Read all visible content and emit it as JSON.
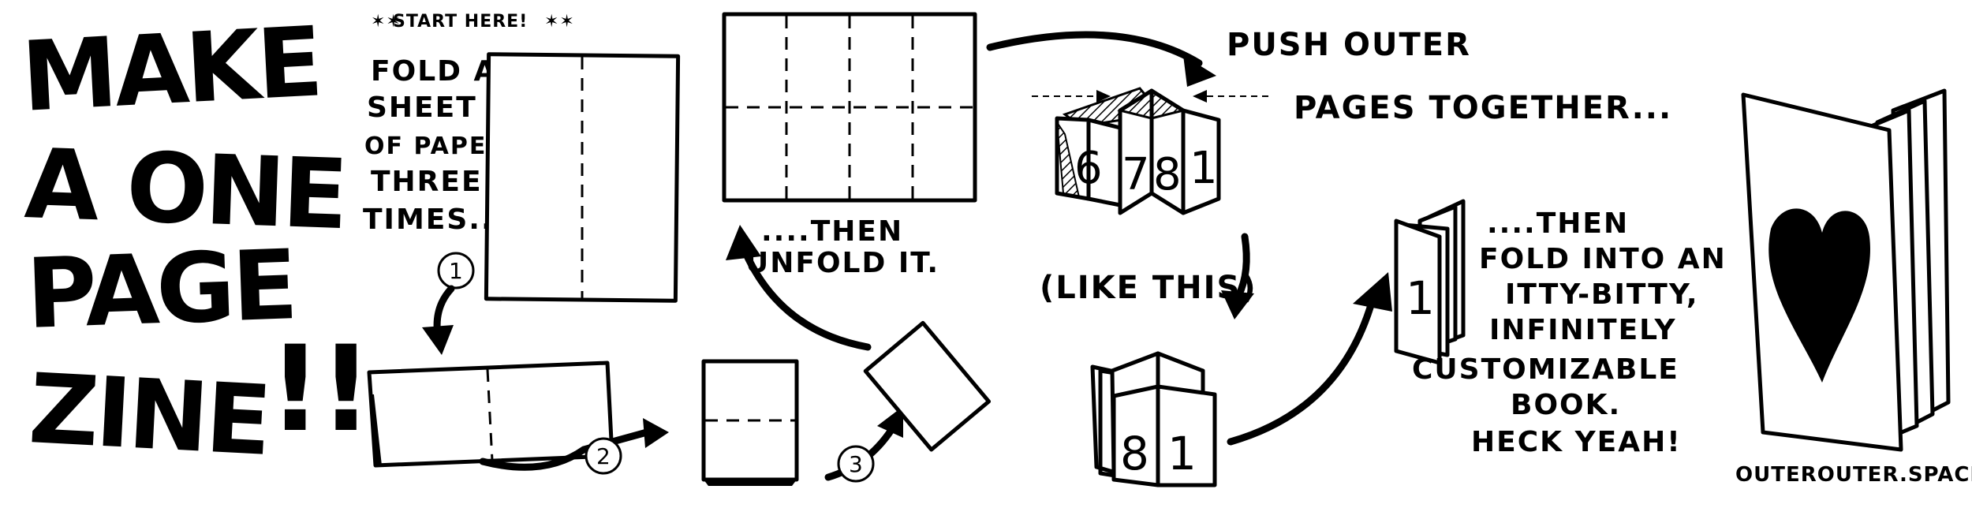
{
  "title": {
    "line1": "MAKE",
    "line2": "A ONE",
    "line3": "PAGE",
    "line4": "ZINE",
    "bang": "!!"
  },
  "start_note": "START HERE!",
  "fold_instruction": [
    "FOLD A",
    "SHEET",
    "OF PAPER",
    "THREE",
    "TIMES..."
  ],
  "steps": [
    "1",
    "2",
    "3"
  ],
  "unfold_instruction": [
    "....THEN",
    "UNFOLD IT."
  ],
  "push_instruction": [
    "PUSH OUTER",
    "PAGES TOGETHER..."
  ],
  "like_this": "(LIKE THIS)",
  "book_instruction": [
    "....THEN",
    "FOLD INTO AN",
    "ITTY-BITTY,",
    "INFINITELY",
    "CUSTOMIZABLE",
    "BOOK.",
    "HECK YEAH!"
  ],
  "pages_zigzag": [
    "6",
    "7",
    "8",
    "1"
  ],
  "pages_standing": [
    "8",
    "1"
  ],
  "pages_book": [
    "1"
  ],
  "credit": "OUTEROUTER.SPACE",
  "colors": {
    "ink": "#000000",
    "paper": "#ffffff"
  }
}
